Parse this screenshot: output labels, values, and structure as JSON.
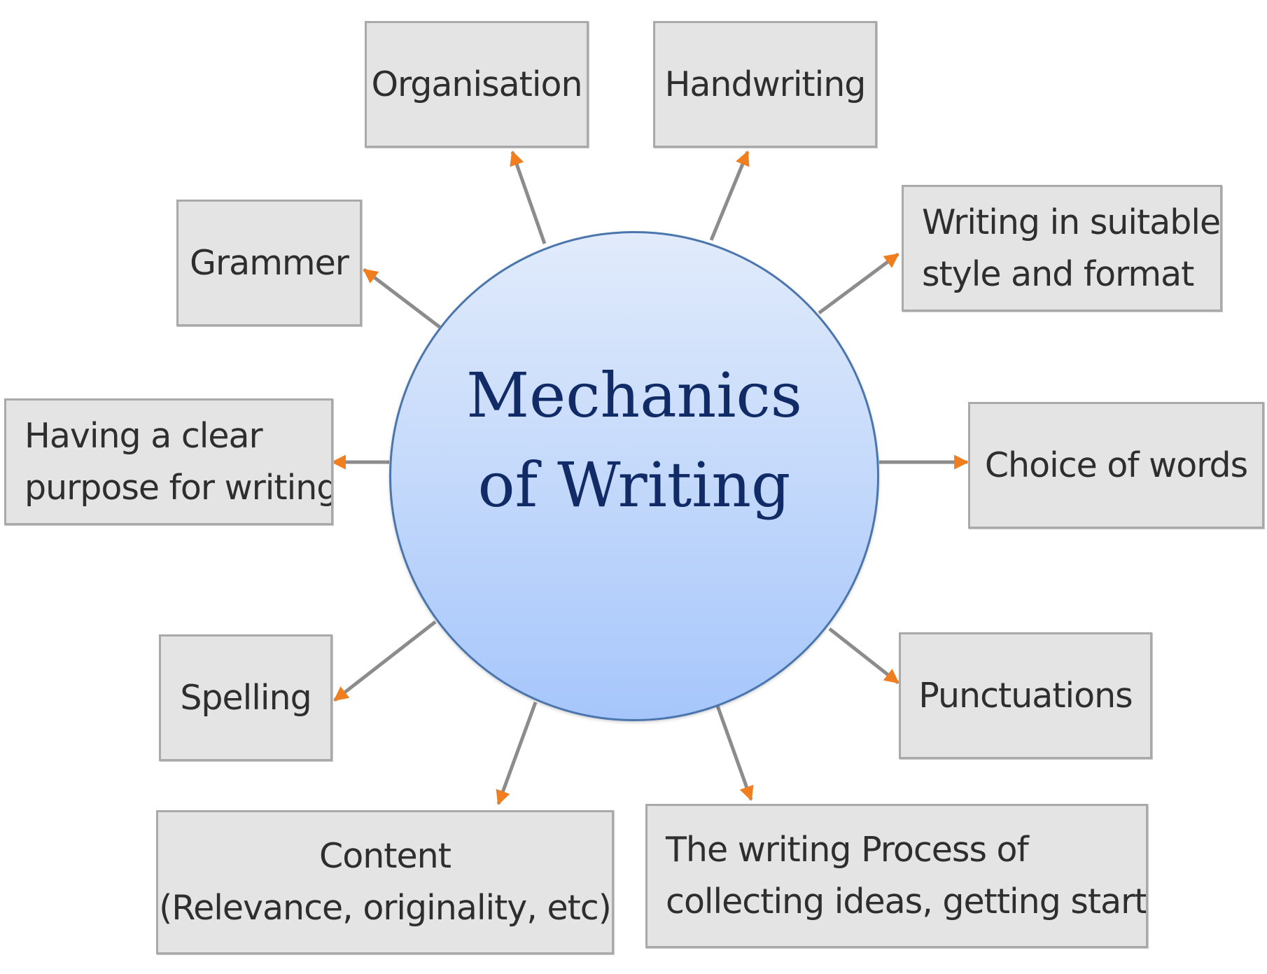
{
  "diagram": {
    "center": {
      "lines": [
        "Mechanics",
        "of Writing"
      ]
    },
    "nodes": {
      "organisation": {
        "lines": [
          "Organisation"
        ]
      },
      "handwriting": {
        "lines": [
          "Handwriting"
        ]
      },
      "writing_style": {
        "lines": [
          "Writing in suitable",
          "style and format"
        ]
      },
      "grammar": {
        "lines": [
          "Grammer"
        ]
      },
      "clear_purpose": {
        "lines": [
          "Having a clear",
          "purpose for writing"
        ]
      },
      "choice_of_words": {
        "lines": [
          "Choice of words"
        ]
      },
      "spelling": {
        "lines": [
          "Spelling"
        ]
      },
      "punctuations": {
        "lines": [
          "Punctuations"
        ]
      },
      "content": {
        "lines": [
          "Content",
          "(Relevance, originality, etc)"
        ]
      },
      "writing_process": {
        "lines": [
          "The writing Process of",
          "collecting ideas, getting started"
        ]
      }
    },
    "colors": {
      "connector": "#8c8c8c",
      "arrowhead": "#f07d1e",
      "box_fill": "#e4e4e4",
      "box_border": "#a9a9a9",
      "hub_border": "#4b76ad",
      "hub_text": "#102b66"
    }
  }
}
